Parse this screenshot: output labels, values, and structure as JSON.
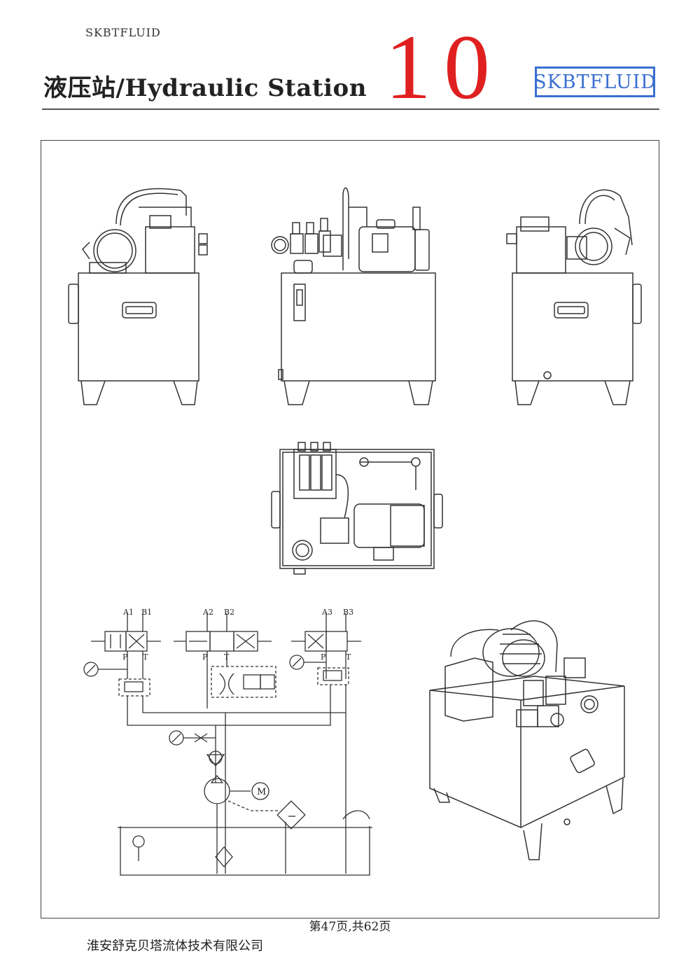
{
  "header": {
    "brand_small": "SKBTFLUID",
    "title": "液压站/Hydraulic Station",
    "page_number": "10",
    "logo_text": "SKBTFLUID"
  },
  "schematic": {
    "port_labels": [
      "A1",
      "B1",
      "A2",
      "B2",
      "A3",
      "B3"
    ],
    "pressure_label": "P",
    "tank_label": "T",
    "motor_label": "M"
  },
  "footer": {
    "page_info": "第47页,共62页",
    "company": "淮安舒克贝塔流体技术有限公司"
  },
  "colors": {
    "accent_red": "#e02020",
    "logo_blue": "#3a6fd0",
    "line": "#333333"
  }
}
